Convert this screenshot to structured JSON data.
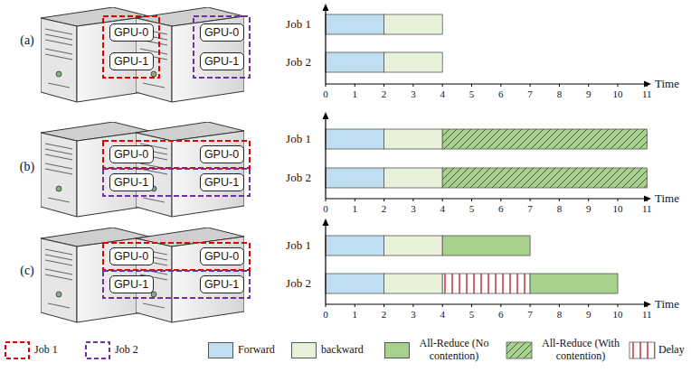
{
  "diagram": {
    "nodes": [
      {
        "text": [
          "GPU-0"
        ]
      },
      {
        "text": [
          "GPU-1"
        ]
      },
      {
        "text": [
          "GPU-0"
        ]
      },
      {
        "text": [
          "GPU-1"
        ]
      },
      {
        "text": [
          "GPU-0"
        ]
      },
      {
        "text": [
          "GPU-1"
        ]
      },
      {
        "text": [
          "GPU-0"
        ]
      },
      {
        "text": [
          "GPU-1"
        ]
      },
      {
        "text": [
          "GPU-0"
        ]
      },
      {
        "text": [
          "GPU-1"
        ]
      },
      {
        "text": [
          "GPU-0"
        ]
      },
      {
        "text": [
          "GPU-1"
        ]
      }
    ],
    "labels": [
      "(a)",
      "(b)",
      "(c)",
      "Job 1",
      "Job 2",
      "0",
      "1",
      "2",
      "3",
      "4",
      "5",
      "6",
      "7",
      "8",
      "9",
      "10",
      "11",
      "Time",
      "Job 1",
      "Job 2",
      "0",
      "1",
      "2",
      "3",
      "4",
      "5",
      "6",
      "7",
      "8",
      "9",
      "10",
      "11",
      "Time",
      "Job 1",
      "Job 2",
      "0",
      "1",
      "2",
      "3",
      "4",
      "5",
      "6",
      "7",
      "8",
      "9",
      "10",
      "11",
      "Time"
    ],
    "legend": [
      {
        "text": "Job 1"
      },
      {
        "text": "Job 2"
      },
      {
        "text": "Forward",
        "color": "#bfdff0"
      },
      {
        "text": "backward",
        "color": "#e8f1da"
      },
      {
        "text": "All-Reduce (No contention)",
        "color": "#a9d18e"
      },
      {
        "text": "All-Reduce (With contention)"
      },
      {
        "text": "Delay"
      }
    ]
  }
}
